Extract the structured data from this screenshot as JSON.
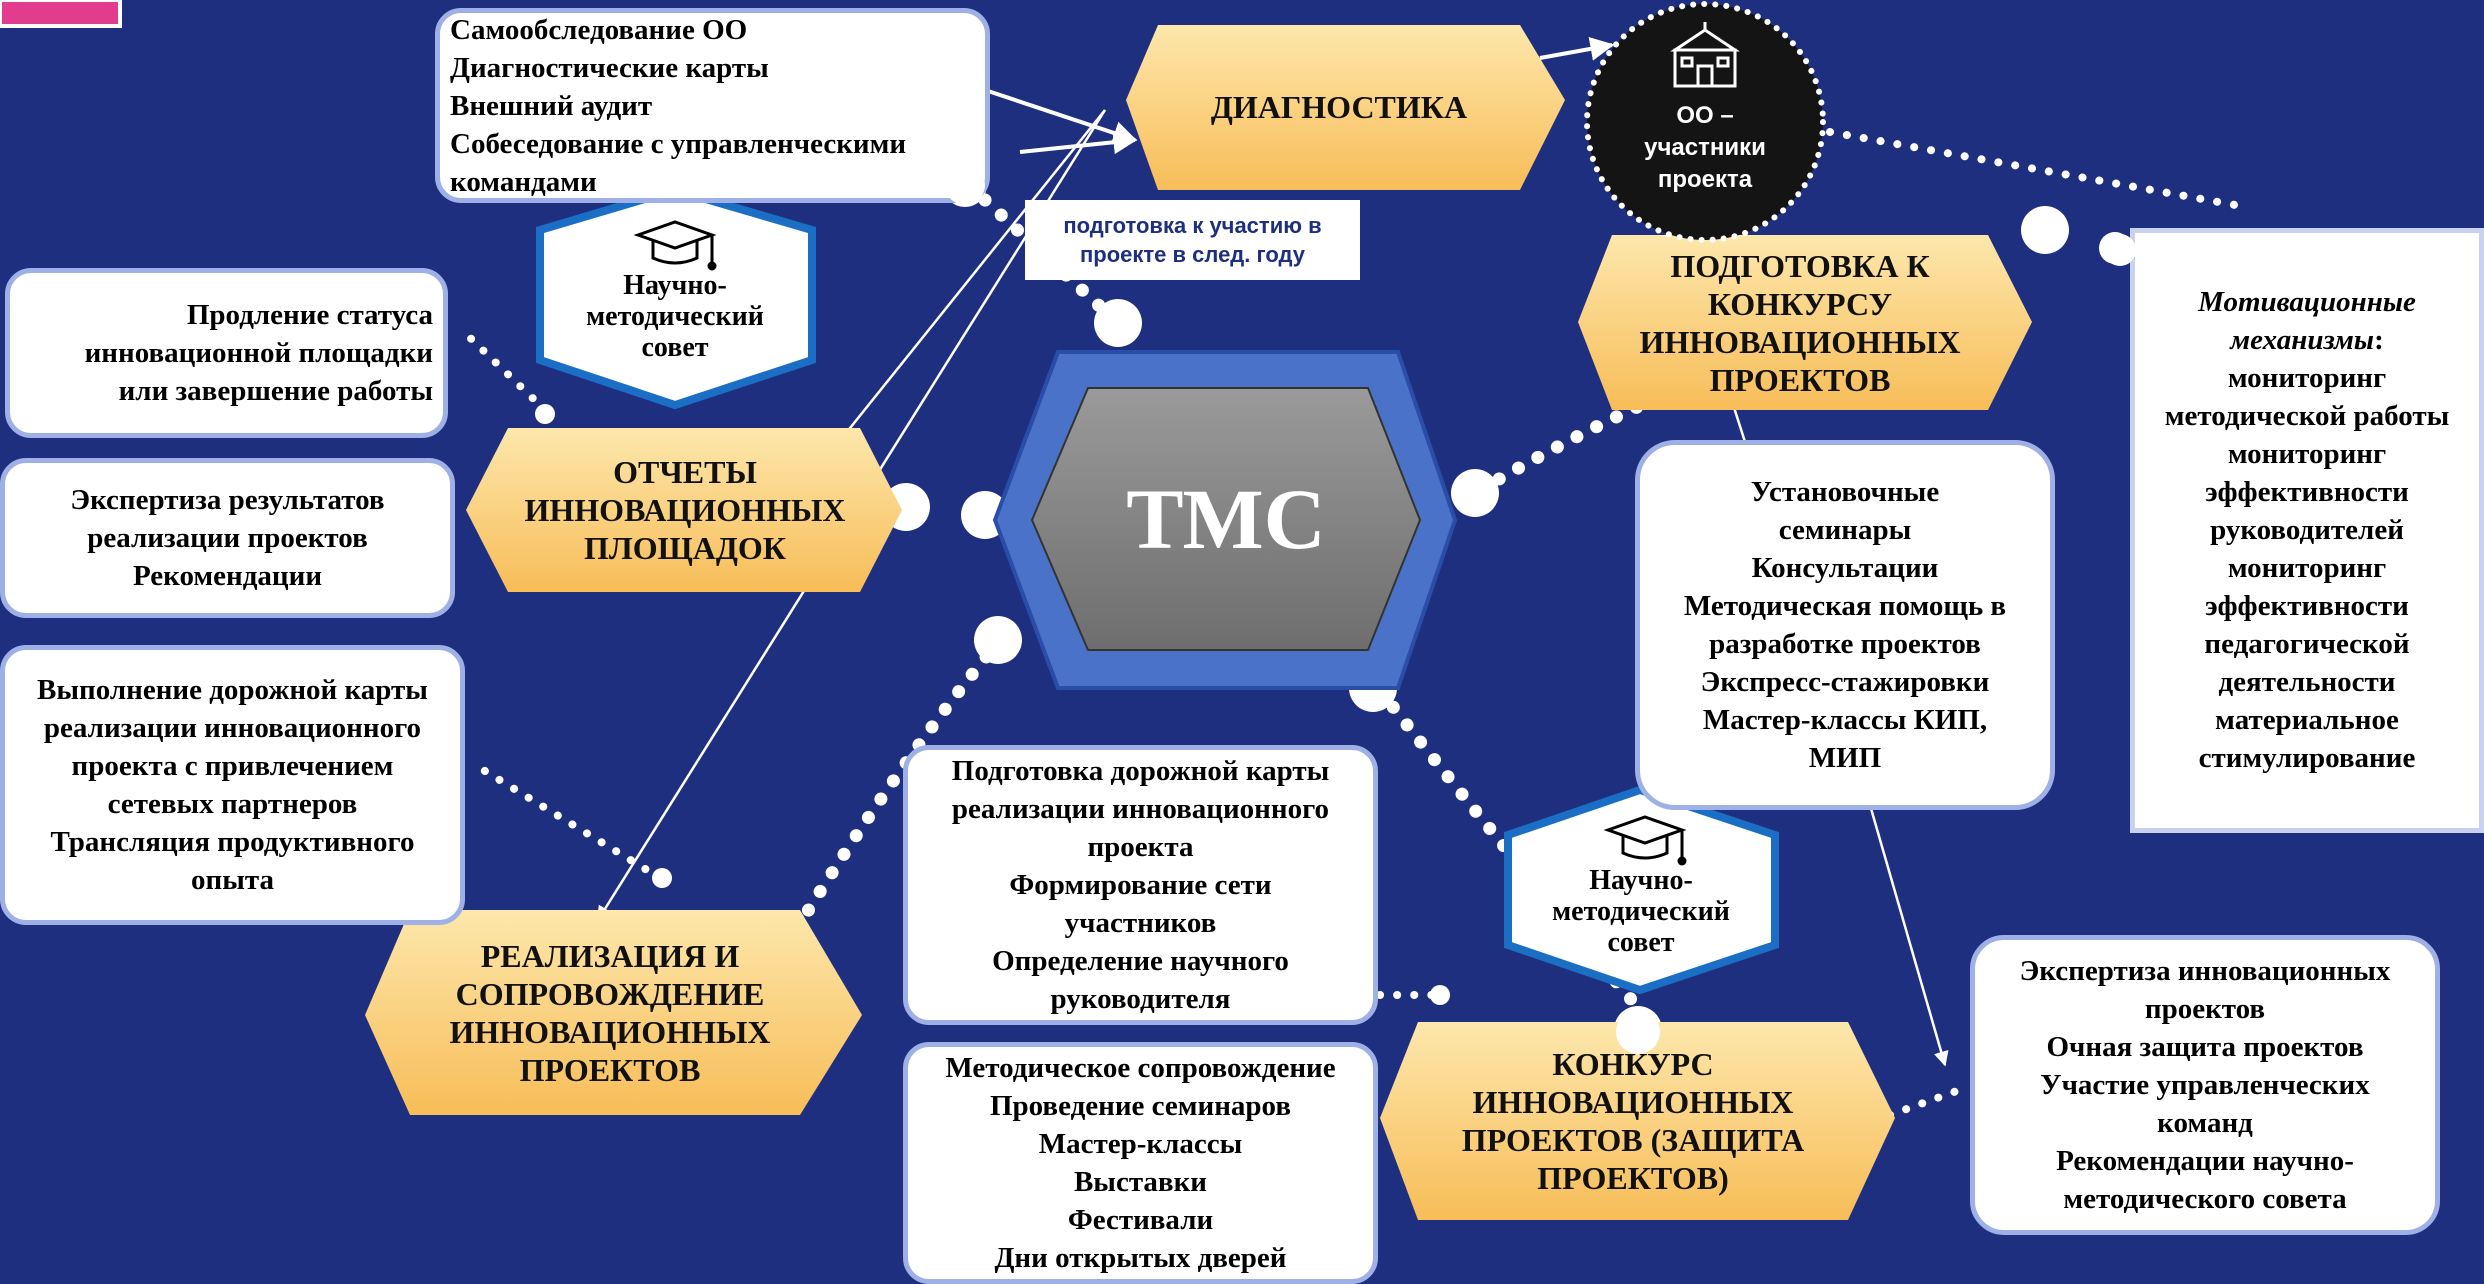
{
  "center": {
    "label": "ТМС"
  },
  "stages": {
    "diagnostics": [
      "ДИАГНОСТИКА"
    ],
    "contest_prep": [
      "ПОДГОТОВКА К",
      "КОНКУРСУ",
      "ИННОВАЦИОННЫХ",
      "ПРОЕКТОВ"
    ],
    "reports": [
      "ОТЧЕТЫ",
      "ИННОВАЦИОННЫХ",
      "ПЛОЩАДОК"
    ],
    "implementation": [
      "РЕАЛИЗАЦИЯ И",
      "СОПРОВОЖДЕНИЕ",
      "ИННОВАЦИОННЫХ",
      "ПРОЕКТОВ"
    ],
    "contest": [
      "КОНКУРС",
      "ИННОВАЦИОННЫХ",
      "ПРОЕКТОВ (ЗАЩИТА",
      "ПРОЕКТОВ)"
    ]
  },
  "participants": {
    "lines": [
      "ОО –",
      "участники",
      "проекта"
    ]
  },
  "note": {
    "lines": [
      "подготовка к участию в",
      "проекте в след. году"
    ]
  },
  "council_top": {
    "lines": [
      "Научно-",
      "методический",
      "совет"
    ]
  },
  "council_bottom": {
    "lines": [
      "Научно-",
      "методический",
      "совет"
    ]
  },
  "boxes": {
    "diagnostics_tools": [
      "Самообследование ОО",
      "Диагностические карты",
      "Внешний аудит",
      "Собеседование с управленческими",
      "командами"
    ],
    "status": [
      "Продление статуса",
      "инновационной площадки",
      "или завершение работы"
    ],
    "expertise_results": [
      "Экспертиза результатов",
      "реализации проектов",
      "Рекомендации"
    ],
    "roadmap_execution": [
      "Выполнение дорожной карты",
      "реализации инновационного",
      "проекта с привлечением",
      "сетевых партнеров",
      "Трансляция продуктивного",
      "опыта"
    ],
    "roadmap_prep": [
      "Подготовка дорожной карты",
      "реализации инновационного",
      "проекта",
      "Формирование сети",
      "участников",
      "Определение научного",
      "руководителя"
    ],
    "methodical_support": [
      "Методическое сопровождение",
      "Проведение семинаров",
      "Мастер-классы",
      "Выставки",
      "Фестивали",
      "Дни открытых дверей"
    ],
    "seminars": [
      "Установочные",
      "семинары",
      "Консультации",
      "Методическая помощь в",
      "разработке проектов",
      "Экспресс-стажировки",
      "Мастер-классы КИП,",
      "МИП"
    ],
    "project_expertise": [
      "Экспертиза инновационных",
      "проектов",
      "Очная защита проектов",
      "Участие управленческих",
      "команд",
      "Рекомендации научно-",
      "методического  совета"
    ],
    "motivation_title": "Мотивационные механизмы",
    "motivation_colon": ":",
    "motivation": [
      "мониторинг",
      "методической работы",
      "мониторинг",
      "эффективности",
      "руководителей",
      "мониторинг",
      "эффективности",
      "педагогической",
      "деятельности",
      "материальное",
      "стимулирование"
    ]
  },
  "colors": {
    "background": "#1f2f80",
    "stage_fill_top": "#fde4a4",
    "stage_fill_bottom": "#f8bf5c",
    "center_ring": "#4a72c8",
    "center_fill": "#8a8a8a",
    "box_border": "#9fb0e6",
    "council_border": "#1a6fc4"
  },
  "icons": [
    "graduation-cap-icon",
    "school-building-icon"
  ]
}
